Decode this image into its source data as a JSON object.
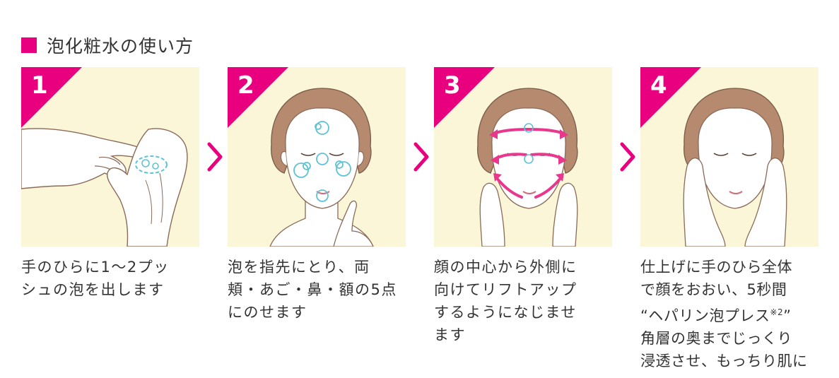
{
  "header": {
    "title": "泡化粧水の使い方"
  },
  "colors": {
    "accent": "#e8007f",
    "panel": "#fbf6d8",
    "foam": "#5ec3d3",
    "arrow": "#e8378c"
  },
  "steps": [
    {
      "number": "1",
      "lines": [
        "手のひらに1～2プッ",
        "シュの泡を出します"
      ]
    },
    {
      "number": "2",
      "lines": [
        "泡を指先にとり、両",
        "頬・あご・鼻・額の5点",
        "にのせます"
      ]
    },
    {
      "number": "3",
      "lines": [
        "顔の中心から外側に",
        "向けてリフトアップ",
        "するようになじませ",
        "ます"
      ]
    },
    {
      "number": "4",
      "lines": [
        "仕上げに手のひら全体",
        "で顔をおおい、5秒間",
        "“ヘパリン泡プレス",
        "角層の奥までじっくり",
        "浸透させ、もっちり肌に"
      ],
      "footnote": "※2",
      "quote_close": "”"
    }
  ]
}
